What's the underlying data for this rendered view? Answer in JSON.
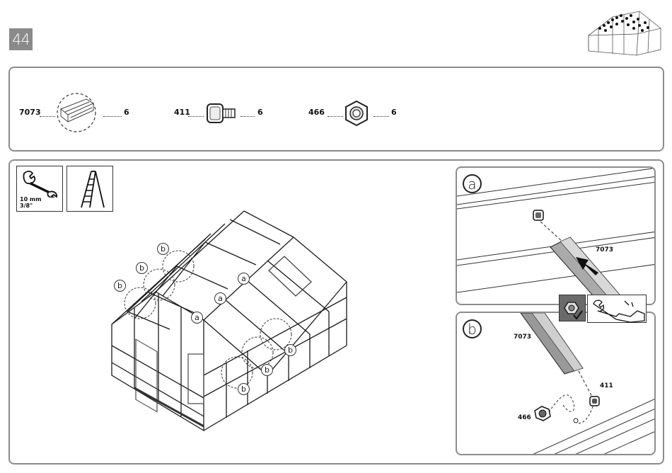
{
  "step": {
    "number": "44"
  },
  "parts": [
    {
      "id": "7073",
      "qty": "6",
      "icon": "profile-icon"
    },
    {
      "id": "411",
      "qty": "6",
      "icon": "bolt-icon"
    },
    {
      "id": "466",
      "qty": "6",
      "icon": "nut-icon"
    }
  ],
  "tools": {
    "wrench_size_mm": "10 mm",
    "wrench_size_in": "3/8\""
  },
  "callouts": {
    "a": "a",
    "b": "b"
  },
  "detail_a": {
    "label": "a",
    "part": "7073"
  },
  "detail_b": {
    "label": "b",
    "part_profile": "7073",
    "part_bolt": "411",
    "part_nut": "466"
  },
  "colors": {
    "badge": "#8a8a8a",
    "panel_border": "#8c8c8c",
    "line": "#1a1a1a"
  }
}
